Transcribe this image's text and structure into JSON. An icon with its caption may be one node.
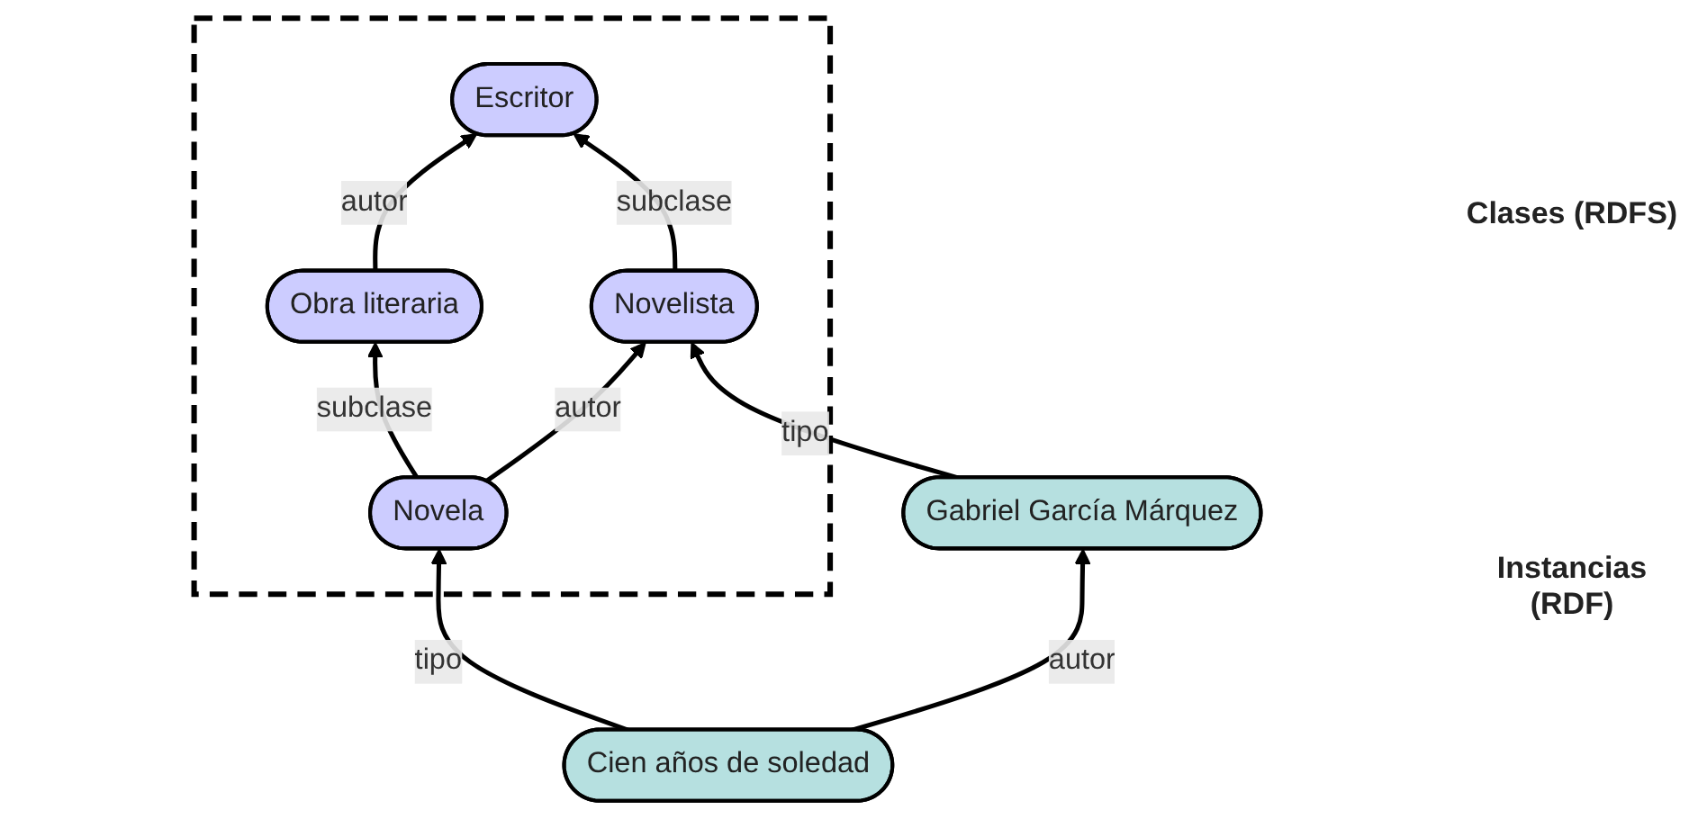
{
  "diagram": {
    "nodes": [
      {
        "text": [],
        "shape": "box"
      },
      {
        "text": [
          "Obra literaria"
        ],
        "in": 0
      },
      {
        "text": [
          "Escritor"
        ],
        "in": 0
      },
      {
        "text": [
          "Novela"
        ],
        "in": 0
      },
      {
        "text": [
          "Novelista"
        ],
        "in": 0
      },
      {
        "text": [
          "Cien años de soledad"
        ]
      },
      {
        "text": [
          "Gabriel García Márquez"
        ]
      }
    ],
    "edges": [
      {
        "from": 1,
        "to": 2,
        "arrow": "to",
        "label": "autor"
      },
      {
        "from": 3,
        "to": 1,
        "arrow": "to",
        "label": "subclase"
      },
      {
        "from": 4,
        "to": 2,
        "arrow": "to",
        "label": "subclase"
      },
      {
        "from": 3,
        "to": 4,
        "arrow": "to",
        "label": "autor"
      },
      {
        "from": 5,
        "to": 3,
        "arrow": "to",
        "label": "tipo"
      },
      {
        "from": 6,
        "to": 4,
        "arrow": "to",
        "label": "tipo"
      },
      {
        "from": 5,
        "to": 6,
        "arrow": "to",
        "label": "autor"
      }
    ],
    "labels": [
      "Clases (RDFS)",
      "Instancias (RDF)"
    ]
  }
}
